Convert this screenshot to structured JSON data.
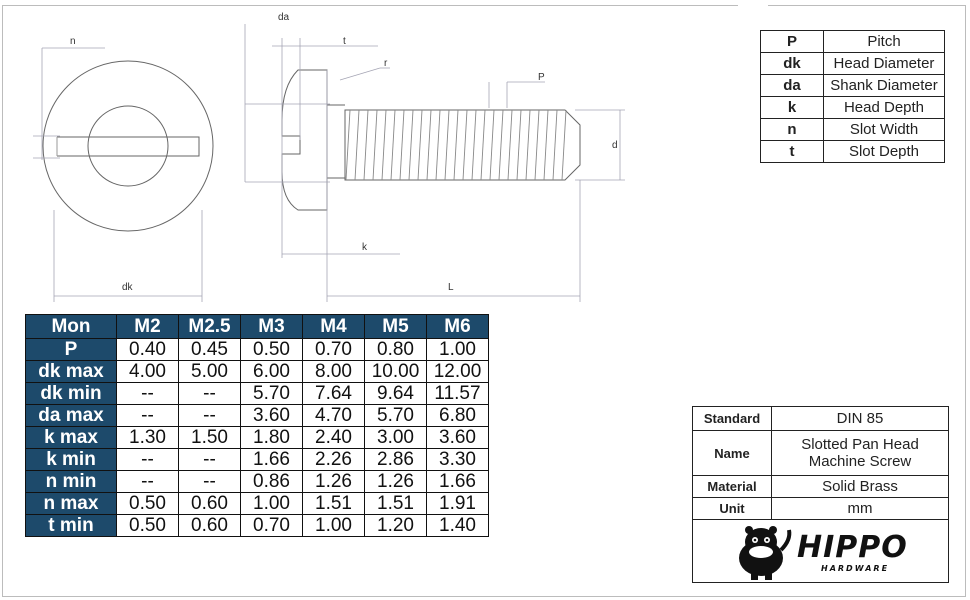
{
  "drawing_labels": {
    "n": "n",
    "da": "da",
    "t": "t",
    "r": "r",
    "p": "P",
    "d": "d",
    "k": "k",
    "dk": "dk",
    "l": "L"
  },
  "legend": [
    {
      "symbol": "P",
      "description": "Pitch"
    },
    {
      "symbol": "dk",
      "description": "Head Diameter"
    },
    {
      "symbol": "da",
      "description": "Shank Diameter"
    },
    {
      "symbol": "k",
      "description": "Head Depth"
    },
    {
      "symbol": "n",
      "description": "Slot Width"
    },
    {
      "symbol": "t",
      "description": "Slot Depth"
    }
  ],
  "dimension_table": {
    "header": [
      "Mon",
      "M2",
      "M2.5",
      "M3",
      "M4",
      "M5",
      "M6"
    ],
    "rows": [
      {
        "label": "P",
        "values": [
          "0.40",
          "0.45",
          "0.50",
          "0.70",
          "0.80",
          "1.00"
        ]
      },
      {
        "label": "dk max",
        "values": [
          "4.00",
          "5.00",
          "6.00",
          "8.00",
          "10.00",
          "12.00"
        ]
      },
      {
        "label": "dk min",
        "values": [
          "--",
          "--",
          "5.70",
          "7.64",
          "9.64",
          "11.57"
        ]
      },
      {
        "label": "da max",
        "values": [
          "--",
          "--",
          "3.60",
          "4.70",
          "5.70",
          "6.80"
        ]
      },
      {
        "label": "k max",
        "values": [
          "1.30",
          "1.50",
          "1.80",
          "2.40",
          "3.00",
          "3.60"
        ]
      },
      {
        "label": "k min",
        "values": [
          "--",
          "--",
          "1.66",
          "2.26",
          "2.86",
          "3.30"
        ]
      },
      {
        "label": "n min",
        "values": [
          "--",
          "--",
          "0.86",
          "1.26",
          "1.26",
          "1.66"
        ]
      },
      {
        "label": "n max",
        "values": [
          "0.50",
          "0.60",
          "1.00",
          "1.51",
          "1.51",
          "1.91"
        ]
      },
      {
        "label": "t min",
        "values": [
          "0.50",
          "0.60",
          "0.70",
          "1.00",
          "1.20",
          "1.40"
        ]
      }
    ]
  },
  "info": {
    "standard_label": "Standard",
    "standard_value": "DIN 85",
    "name_label": "Name",
    "name_value_line1": "Slotted Pan Head",
    "name_value_line2": "Machine Screw",
    "material_label": "Material",
    "material_value": "Solid Brass",
    "unit_label": "Unit",
    "unit_value": "mm"
  },
  "brand": {
    "name": "HIPPO",
    "subtitle": "HARDWARE"
  },
  "colors": {
    "header_bg": "#1d4a6b",
    "header_text": "#ffffff",
    "line": "#555555",
    "dim_line": "#9a9aa8"
  }
}
